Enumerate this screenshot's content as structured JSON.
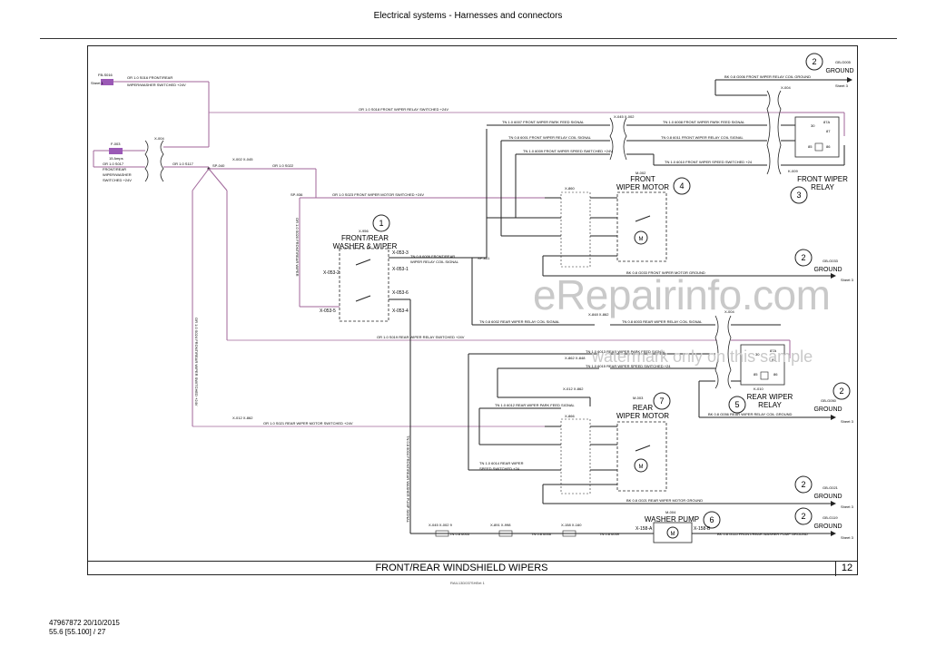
{
  "header": {
    "title": "Electrical systems - Harnesses and connectors"
  },
  "title_block": {
    "title": "FRONT/REAR WINDSHIELD WIPERS",
    "sheet_number": "12"
  },
  "doc_id": "RAIL13D037SHEet 1",
  "footer": {
    "code": "47967872 20/10/2015",
    "page": "55.6 [55.100] / 27"
  },
  "watermark": {
    "main": "eRepairinfo.com",
    "sub": "watermark only on this sample"
  },
  "colors": {
    "wire": "#333333",
    "power_wire": "#a0669a",
    "fuse": "#9b59b6",
    "watermark": "#c9c9c9"
  },
  "components": {
    "c1": {
      "callout": "1",
      "connector": "X-956",
      "name": "FRONT/REAR",
      "name2": "WASHER & WIPER"
    },
    "c2a": {
      "callout": "2",
      "id": "GB-G005",
      "name": "GROUND"
    },
    "c2b": {
      "callout": "2",
      "id": "GB-G033",
      "name": "GROUND"
    },
    "c2c": {
      "callout": "2",
      "id": "GB-G050",
      "name": "GROUND"
    },
    "c2d": {
      "callout": "2",
      "id": "GB-G021",
      "name": "GROUND"
    },
    "c2e": {
      "callout": "2",
      "id": "GB-G119",
      "name": "GROUND"
    },
    "c3": {
      "callout": "3",
      "id": "K-009",
      "name": "FRONT WIPER",
      "name2": "RELAY"
    },
    "c4": {
      "callout": "4",
      "id": "M-002",
      "name": "FRONT",
      "name2": "WIPER MOTOR"
    },
    "c5": {
      "callout": "5",
      "id": "K-010",
      "name": "REAR WIPER",
      "name2": "RELAY"
    },
    "c6": {
      "callout": "6",
      "id": "M-004",
      "name": "WASHER PUMP"
    },
    "c7": {
      "callout": "7",
      "id": "M-003",
      "name": "REAR",
      "name2": "WIPER MOTOR"
    }
  },
  "fuse": {
    "id": "F-003",
    "amps": "15 Amps",
    "sheet_id": "FB-S016",
    "sheet_ref": "Sheet 1"
  },
  "sheet_ref": "Sheet 3",
  "connectors": {
    "x004": "X-004",
    "x004r": "X-004",
    "x045": "X-045 X-002",
    "x002": "X-002 X-045",
    "x860": "X-860",
    "x848": "X-848 X-862",
    "x862": "X-862 X-848",
    "x866": "X-866",
    "x012": "X-012 X-862",
    "x012b": "X-012 X-862",
    "x0539": "X-053-3",
    "x0531": "X-053-1",
    "x0532": "X-053-2",
    "x0535": "X-053-5",
    "x0536": "X-053-6",
    "x0534": "X-053-4",
    "x045b": "X-045 X-002 9",
    "x891": "X-891 X-998",
    "x158": "X-158 X-160",
    "x158a": "X-158-A",
    "x158b": "X-158-B",
    "sp040": "SP-040",
    "sp936": "SP-936",
    "sp851": "SP-851"
  },
  "wire_labels": {
    "w_s016": "OR 1.0 S016 FRONT/REAR",
    "w_s016b": "WIPER/WASHER SWITCHED +24V",
    "w_s018": "OR 1.0 S018 FRONT WIPER RELAY SWITCHED +24V",
    "w_s017a": "OR 1.0 S017",
    "w_s017b": "FRONT/REAR",
    "w_s017c": "WIPER/WASHER",
    "w_s017d": "SWITCHED +24V",
    "w_s117": "OR 1.0 S117",
    "w_s022": "OR 1.0 S022",
    "w_s023": "OR 1.0 S023 FRONT WIPER MOTOR SWITCHED +24V",
    "w_6007": "TN 1.0 6007 FRONT WIPER PARK FEED SIGNAL",
    "w_6008": "TN 1.0 6008 FRONT WIPER PARK FEED SIGNAL",
    "w_6001": "TN 0.8 6001 FRONT WIPER RELAY COIL SIGNAL",
    "w_6011": "TN 0.8 6011 FRONT WIPER RELAY COIL SIGNAL",
    "w_6009": "TN 1.0 6009 FRONT WIPER SPEED SWITCHED +24V",
    "w_6010": "TN 1.0 6010 FRONT WIPER SPEED SWITCHED +24",
    "w_g005": "BK 0.8 G006 FRONT WIPER RELAY COIL GROUND",
    "w_g033": "BK 0.8 G033 FRONT WIPER MOTOR GROUND",
    "w_6006": "TN 0.8 6006 FRONT/REAR",
    "w_6006b": "WIPER RELAY COIL SIGNAL",
    "w_6002": "TN 0.8 6002 REAR WIPER RELAY COIL SIGNAL",
    "w_6003": "TN 0.8 6003 REAR WIPER RELAY COIL SIGNAL",
    "w_s019": "OR 1.0 S019 REAR WIPER RELAY SWITCHED +24V",
    "w_6013": "TN 1.0 6013 REAR WIPER PARK FEED SIGNAL",
    "w_6015": "TN 1.0 6015 REAR WIPER SPEED SWITCHED +24",
    "w_6012": "TN 1.0 6012 REAR WIPER PARK FEED SIGNAL",
    "w_g056": "BK 0.8 G056 REAR WIPER RELAY COIL GROUND",
    "w_s021": "OR 1.0 S021 REAR WIPER MOTOR SWITCHED +24V",
    "w_6014": "TN 1.0 6014 REAR WIPER",
    "w_6014b": "SPEED SWITCHED +24",
    "w_g021": "BK 0.8 G021 REAR WIPER MOTOR GROUND",
    "w_g119": "BK 0.8 G115 FRONT/REAR WASHER PUMP GROUND",
    "w_s020": "OR 1.0 S020 FRONT/REAR WIPER",
    "w_s020b": "WASHER SWITCHED +24",
    "w_s024": "OR 1.0 S024 FRONT/REAR WIPER SWITCHED +24V",
    "w_6004": "TN 0.8 6004 FRONT/REAR WASHER PUMP SIGNAL",
    "w_6005": "TN 0.8 6005",
    "w_6006c": "TN 0.8 6006",
    "w_6039": "TN 0.8 6039"
  }
}
